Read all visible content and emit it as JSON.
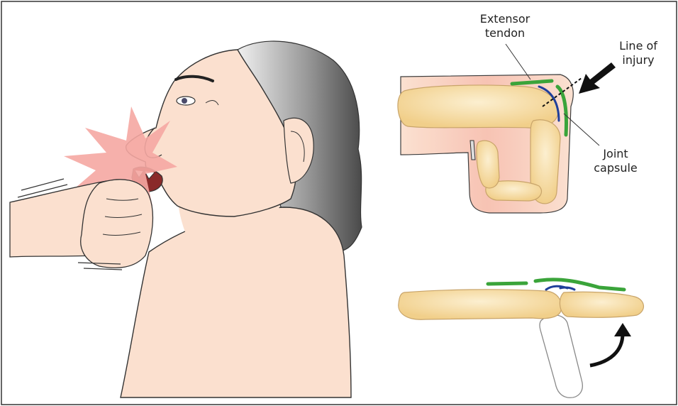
{
  "labels": {
    "extensor_tendon": [
      "Extensor",
      "tendon"
    ],
    "line_of_injury": [
      "Line of",
      "injury"
    ],
    "joint_capsule": [
      "Joint",
      "capsule"
    ]
  },
  "colors": {
    "tendon": "#3aa43a",
    "capsule": "#1f3f9a",
    "bone_fill": "#f7dca0",
    "bone_edge": "#c8a46a",
    "skin": "#fbe0cf",
    "hair_dark": "#5a5a5a",
    "hair_light": "#f0f0f0",
    "impact_burst": "#f5a7a2",
    "frame": "#333333"
  },
  "icons": {
    "impact": "starburst",
    "force_arrow": "black-arrow",
    "rotation_arrow": "curved-arrow"
  }
}
